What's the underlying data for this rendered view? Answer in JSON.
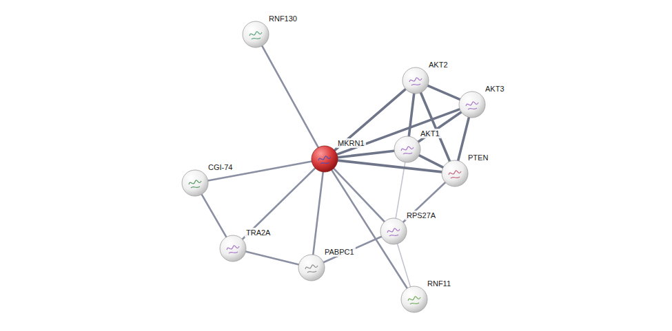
{
  "diagram": {
    "nodes": [
      {
        "text": [
          "RNF130"
        ]
      },
      {
        "text": [
          "AKT2"
        ]
      },
      {
        "text": [
          "AKT3"
        ]
      },
      {
        "text": [
          "MKRN1"
        ]
      },
      {
        "text": [
          "AKT1"
        ]
      },
      {
        "text": [
          "PTEN"
        ]
      },
      {
        "text": [
          "CGI-74"
        ]
      },
      {
        "text": [
          "RPS27A"
        ]
      },
      {
        "text": [
          "TRA2A"
        ]
      },
      {
        "text": [
          "PABPC1"
        ]
      },
      {
        "text": [
          "RNF11"
        ]
      }
    ],
    "edges": [
      {
        "from": 3,
        "to": 0,
        "arrow": "none"
      },
      {
        "from": 3,
        "to": 1,
        "arrow": "none"
      },
      {
        "from": 3,
        "to": 2,
        "arrow": "none"
      },
      {
        "from": 3,
        "to": 4,
        "arrow": "none"
      },
      {
        "from": 3,
        "to": 5,
        "arrow": "none"
      },
      {
        "from": 3,
        "to": 6,
        "arrow": "none"
      },
      {
        "from": 3,
        "to": 8,
        "arrow": "none"
      },
      {
        "from": 3,
        "to": 9,
        "arrow": "none"
      },
      {
        "from": 3,
        "to": 7,
        "arrow": "none"
      },
      {
        "from": 3,
        "to": 10,
        "arrow": "none"
      },
      {
        "from": 1,
        "to": 2,
        "arrow": "none"
      },
      {
        "from": 1,
        "to": 4,
        "arrow": "none"
      },
      {
        "from": 1,
        "to": 5,
        "arrow": "none"
      },
      {
        "from": 2,
        "to": 4,
        "arrow": "none"
      },
      {
        "from": 2,
        "to": 5,
        "arrow": "none"
      },
      {
        "from": 4,
        "to": 5,
        "arrow": "none"
      },
      {
        "from": 4,
        "to": 7,
        "arrow": "none"
      },
      {
        "from": 5,
        "to": 7,
        "arrow": "none"
      },
      {
        "from": 7,
        "to": 9,
        "arrow": "none"
      },
      {
        "from": 7,
        "to": 10,
        "arrow": "none"
      },
      {
        "from": 6,
        "to": 8,
        "arrow": "none"
      },
      {
        "from": 8,
        "to": 9,
        "arrow": "none"
      }
    ]
  }
}
